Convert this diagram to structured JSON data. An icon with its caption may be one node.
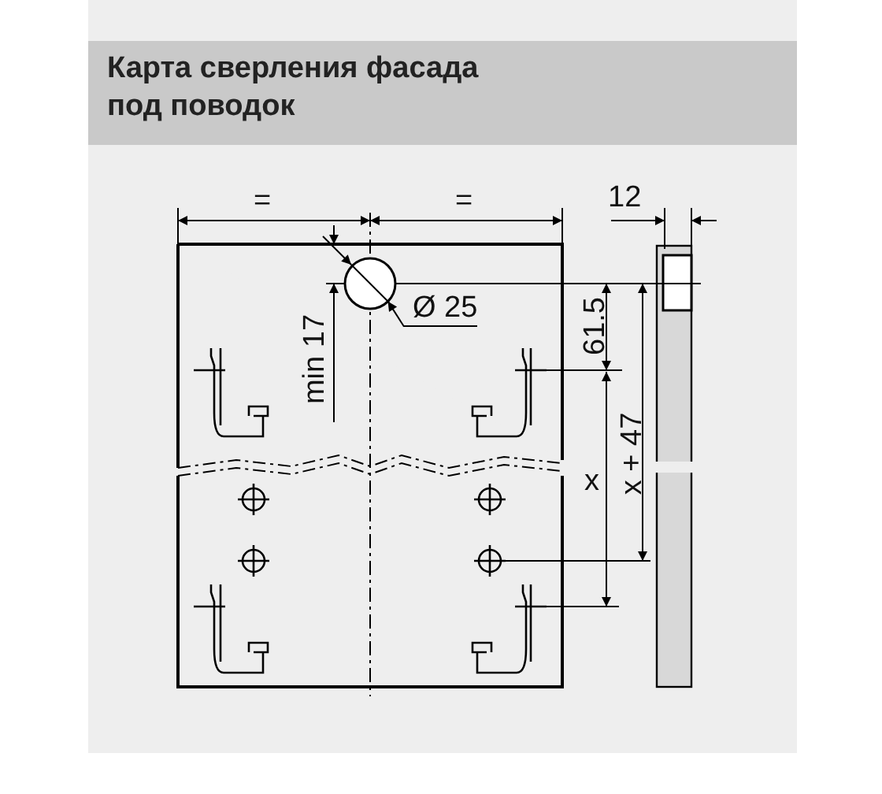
{
  "diagram": {
    "title": "Карта сверления фасада под поводок",
    "nodes": [
      {
        "text": [
          "Ø 25"
        ]
      },
      {
        "text": [],
        "shape": "circle"
      }
    ],
    "edges": [
      {
        "from": 0,
        "to": 1,
        "arrow": "to"
      }
    ],
    "labels": [
      "=",
      "=",
      "12",
      "min 17",
      "61.5",
      "x + 47",
      "x"
    ]
  }
}
